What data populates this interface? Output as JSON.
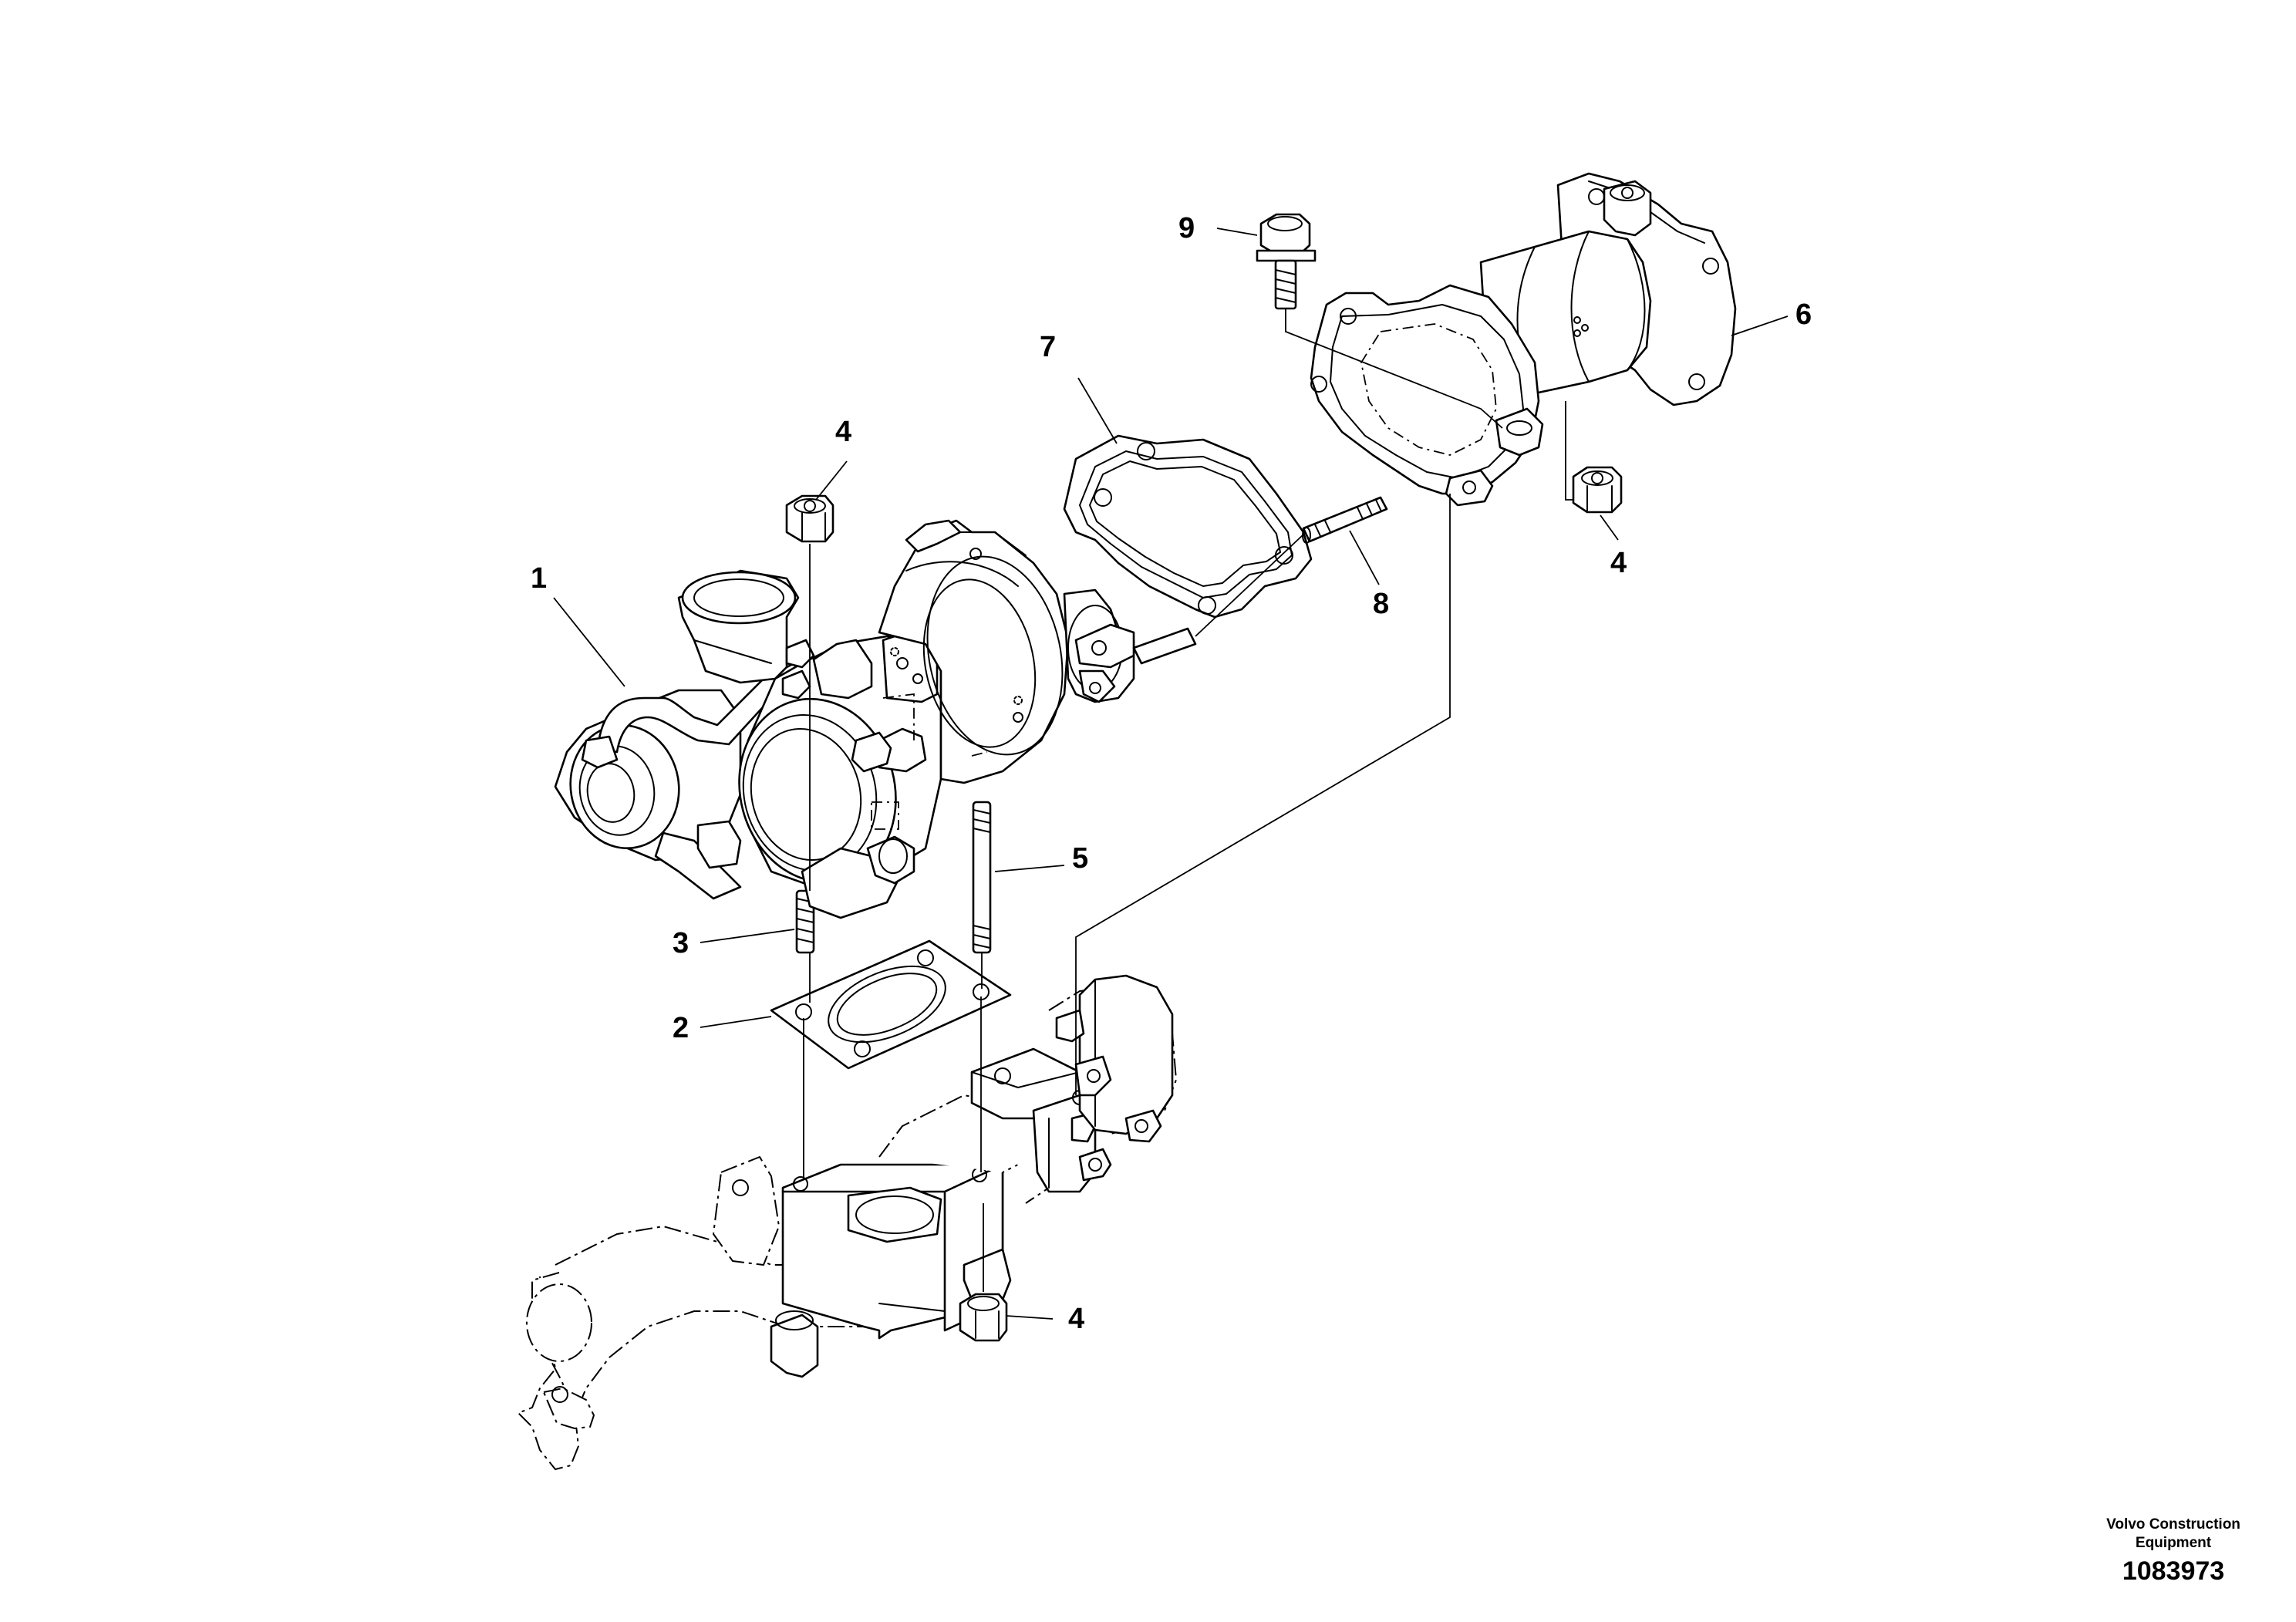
{
  "callouts": {
    "c1": "1",
    "c2": "2",
    "c3": "3",
    "c4a": "4",
    "c4b": "4",
    "c4c": "4",
    "c5": "5",
    "c6": "6",
    "c7": "7",
    "c8": "8",
    "c9": "9"
  },
  "footer": {
    "brand_line1": "Volvo Construction",
    "brand_line2": "Equipment",
    "drawing_number": "1083973"
  },
  "colors": {
    "line": "#000000",
    "background": "#ffffff"
  }
}
